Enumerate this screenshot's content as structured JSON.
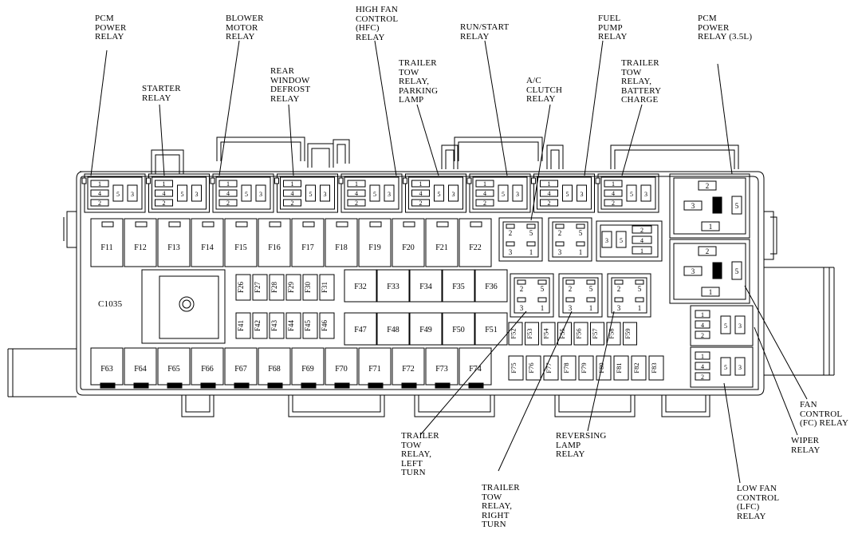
{
  "callouts": {
    "pcm_power_relay": "PCM\nPOWER\nRELAY",
    "starter_relay": "STARTER\nRELAY",
    "blower_motor_relay": "BLOWER\nMOTOR\nRELAY",
    "rear_window_defrost_relay": "REAR\nWINDOW\nDEFROST\nRELAY",
    "hfc_relay": "HIGH FAN\nCONTROL\n(HFC)\nRELAY",
    "trailer_tow_parking_lamp": "TRAILER\nTOW\nRELAY,\nPARKING\nLAMP",
    "run_start_relay": "RUN/START\nRELAY",
    "ac_clutch_relay": "A/C\nCLUTCH\nRELAY",
    "fuel_pump_relay": "FUEL\nPUMP\nRELAY",
    "trailer_tow_battery_charge": "TRAILER\nTOW\nRELAY,\nBATTERY\nCHARGE",
    "pcm_power_relay_35l": "PCM\nPOWER\nRELAY (3.5L)",
    "c1035": "C1035",
    "trailer_tow_left_turn": "TRAILER\nTOW\nRELAY,\nLEFT\nTURN",
    "trailer_tow_right_turn": "TRAILER\nTOW\nRELAY,\nRIGHT\nTURN",
    "reversing_lamp_relay": "REVERSING\nLAMP\nRELAY",
    "fan_control_relay": "FAN\nCONTROL\n(FC) RELAY",
    "wiper_relay": "WIPER\nRELAY",
    "lfc_relay": "LOW FAN\nCONTROL\n(LFC)\nRELAY"
  },
  "fuses": {
    "row1": [
      "F11",
      "F12",
      "F13",
      "F14",
      "F15",
      "F16",
      "F17",
      "F18",
      "F19",
      "F20",
      "F21",
      "F22"
    ],
    "mini_top": [
      "F26",
      "F27",
      "F28",
      "F29",
      "F30",
      "F31"
    ],
    "mini_bottom": [
      "F41",
      "F42",
      "F43",
      "F44",
      "F45",
      "F46"
    ],
    "mid_top": [
      "F32",
      "F33",
      "F34",
      "F35",
      "F36"
    ],
    "mid_bottom": [
      "F47",
      "F48",
      "F49",
      "F50",
      "F51"
    ],
    "small_top": [
      "F52",
      "F53",
      "F54",
      "F55",
      "F56",
      "F57",
      "F58",
      "F59"
    ],
    "small_bottom": [
      "F75",
      "F76",
      "F77",
      "F78",
      "F79",
      "F80",
      "F81",
      "F82",
      "F83"
    ],
    "bottom_row": [
      "F63",
      "F64",
      "F65",
      "F66",
      "F67",
      "F68",
      "F69",
      "F70",
      "F71",
      "F72",
      "F73",
      "F74"
    ]
  },
  "relay_pins": {
    "micro_left": [
      "1",
      "4",
      "2"
    ],
    "micro_right": [
      "5",
      "3"
    ],
    "mini_top": [
      "2",
      "5"
    ],
    "mini_bottom": [
      "3",
      "1"
    ],
    "big": [
      "2",
      "3",
      "5",
      "1"
    ],
    "side_block": [
      "3",
      "5",
      "2",
      "4",
      "1"
    ]
  }
}
